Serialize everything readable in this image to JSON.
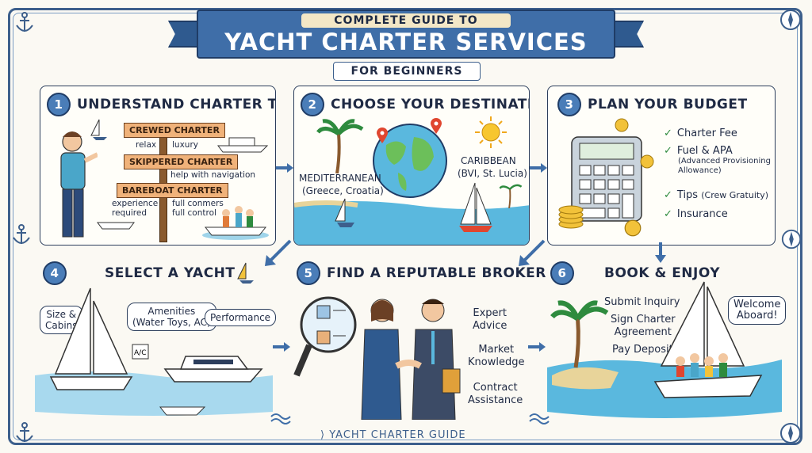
{
  "header": {
    "line1": "COMPLETE GUIDE TO",
    "line2": "YACHT CHARTER SERVICES",
    "subtitle": "FOR BEGINNERS"
  },
  "steps": [
    {
      "num": "1",
      "title": "UNDERSTAND CHARTER TYPES"
    },
    {
      "num": "2",
      "title": "CHOOSE YOUR DESTINATION"
    },
    {
      "num": "3",
      "title": "PLAN YOUR BUDGET"
    },
    {
      "num": "4",
      "title": "SELECT A YACHT"
    },
    {
      "num": "5",
      "title": "FIND A REPUTABLE BROKER"
    },
    {
      "num": "6",
      "title": "BOOK & ENJOY"
    }
  ],
  "charter_types": {
    "crewed": "CREWED CHARTER",
    "crewed_a": "relax",
    "crewed_b": "luxury",
    "skippered": "SKIPPERED CHARTER",
    "skippered_note": "help with navigation",
    "bareboat": "BAREBOAT CHARTER",
    "bareboat_a": "experience\nrequired",
    "bareboat_b": "full conmers\nfull control"
  },
  "destinations": {
    "med": "MEDITERRANEAN",
    "med_sub": "(Greece, Croatia)",
    "carib": "CARIBBEAN",
    "carib_sub": "(BVI, St. Lucia)"
  },
  "budget": {
    "item1": "Charter Fee",
    "item2": "Fuel & APA",
    "item2_sub": "(Advanced Provisioning\nAllowance)",
    "item3": "Tips",
    "item3_sub": "(Crew Gratuity)",
    "item4": "Insurance"
  },
  "yacht": {
    "size": "Size &\nCabins",
    "amenities": "Amenities\n(Water Toys, AC)",
    "performance": "Performance"
  },
  "broker": {
    "b1": "Expert\nAdvice",
    "b2": "Market\nKnowledge",
    "b3": "Contract\nAssistance"
  },
  "book": {
    "s1": "Submit Inquiry",
    "s2": "Sign Charter\nAgreement",
    "s3": "Pay Deposit",
    "welcome": "Welcome\nAboard!"
  },
  "footer": "YACHT CHARTER GUIDE"
}
